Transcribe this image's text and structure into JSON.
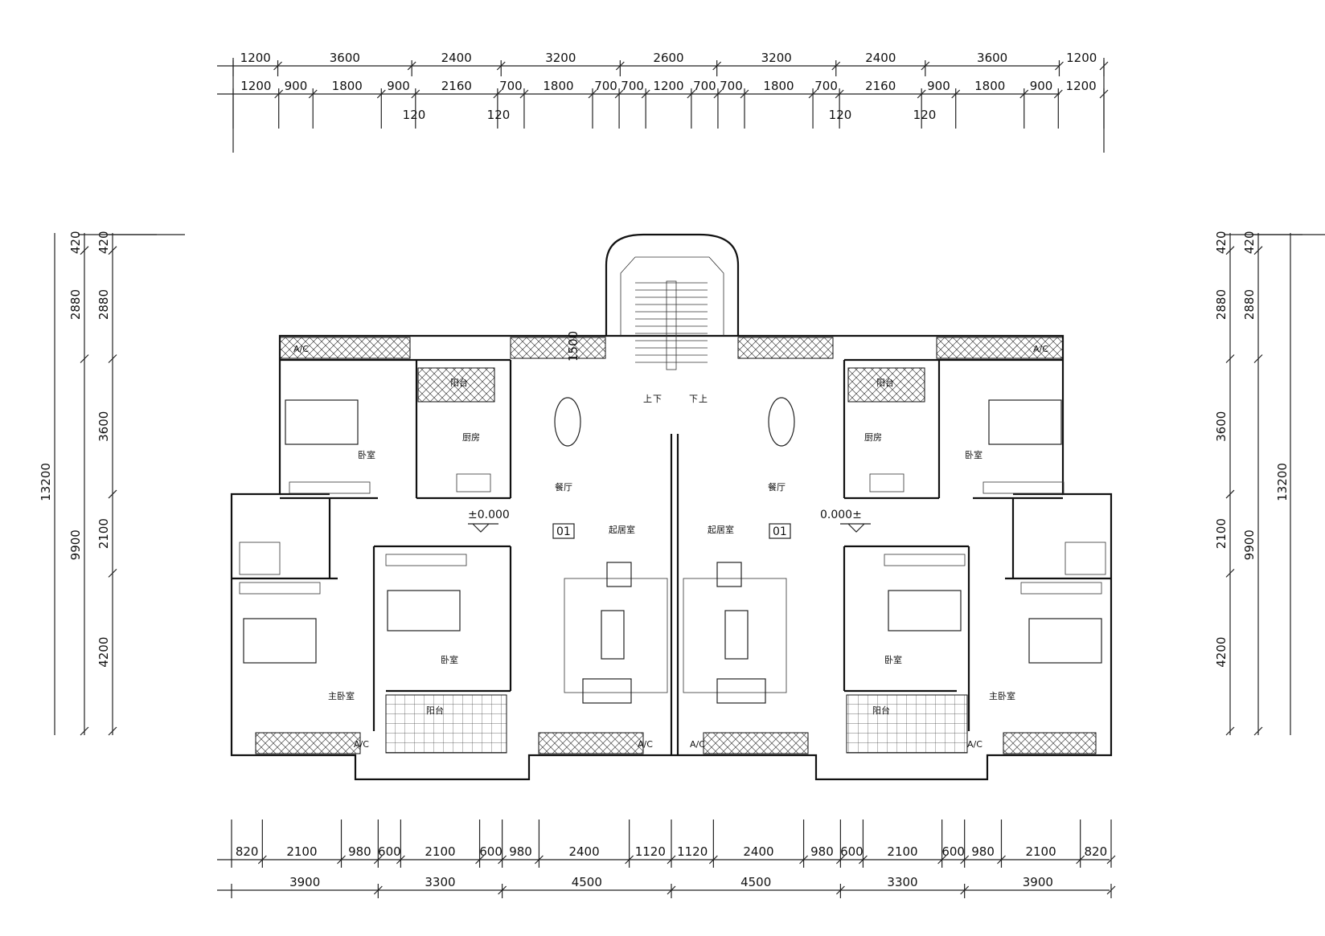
{
  "dimensions": {
    "top_row1": [
      "1200",
      "3600",
      "2400",
      "3200",
      "2600",
      "3200",
      "2400",
      "3600",
      "1200"
    ],
    "top_row2": [
      "1200",
      "900",
      "1800",
      "900",
      "2160",
      "700",
      "1800",
      "700",
      "700",
      "1200",
      "700",
      "700",
      "1800",
      "700",
      "2160",
      "900",
      "1800",
      "900",
      "1200"
    ],
    "top_row3": [
      "120",
      "120",
      "120",
      "120"
    ],
    "bottom_row1": [
      "820",
      "2100",
      "980",
      "600",
      "2100",
      "600",
      "980",
      "2400",
      "1120",
      "1120",
      "2400",
      "980",
      "600",
      "2100",
      "600",
      "980",
      "2100",
      "820"
    ],
    "bottom_row2": [
      "3900",
      "3300",
      "4500",
      "4500",
      "3300",
      "3900"
    ],
    "left_outer": [
      "420",
      "2880",
      "3600",
      "2100",
      "4200"
    ],
    "left_inner": [
      "420",
      "2880",
      "9900"
    ],
    "left_total": "13200",
    "right_outer": [
      "420",
      "2880",
      "3600",
      "2100",
      "4200"
    ],
    "right_inner": [
      "420",
      "2880",
      "9900"
    ],
    "right_total": "13200",
    "stair_height": "1500"
  },
  "rooms": {
    "bedroom": "卧室",
    "master_bedroom": "主卧室",
    "kitchen": "厨房",
    "dining": "餐厅",
    "living": "起居室",
    "balcony": "阳台",
    "up": "上",
    "down": "下",
    "ac": "A/C"
  },
  "labels": {
    "level_left": "±0.000",
    "level_right": "0.000±",
    "unit_left": "01",
    "unit_right": "01"
  }
}
